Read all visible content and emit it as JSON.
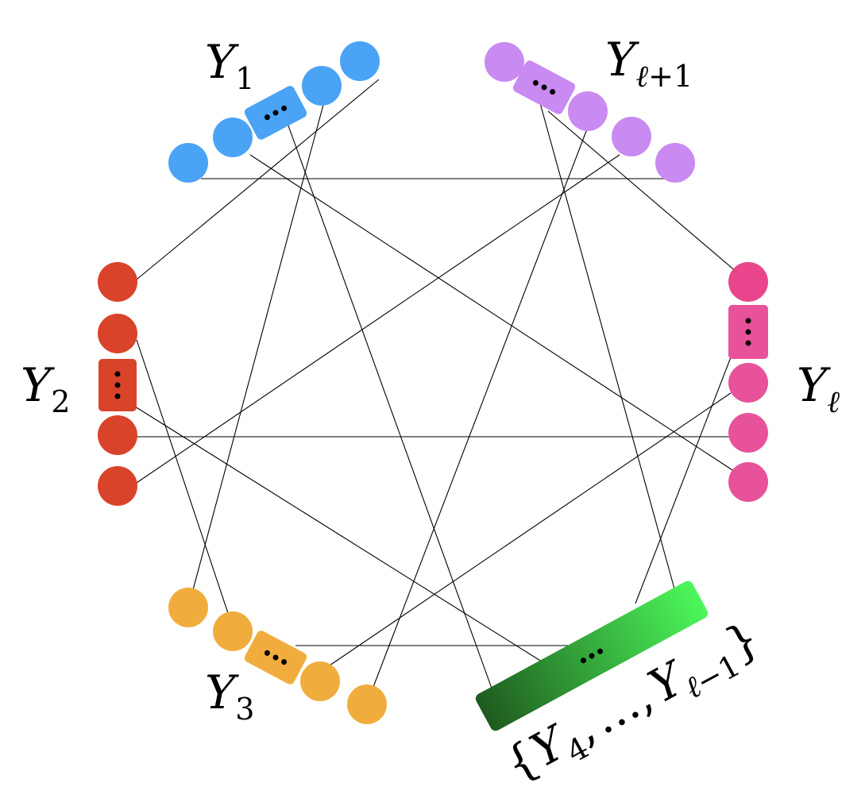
{
  "labels": {
    "y1": {
      "main": "Y",
      "sub": "1"
    },
    "y_l_plus_1": {
      "main": "Y",
      "sub_var": "ℓ",
      "sub_rest": "+1"
    },
    "y2": {
      "main": "Y",
      "sub": "2"
    },
    "y_l": {
      "main": "Y",
      "sub_var": "ℓ"
    },
    "y3": {
      "main": "Y",
      "sub": "3"
    },
    "set_label": {
      "open_brace": "{",
      "first_main": "Y",
      "first_sub": "4",
      "sep": ",",
      "ellipsis": "…",
      "last_main": "Y",
      "last_sub_var": "ℓ",
      "last_sub_rest": "−1",
      "close_brace": "}"
    }
  },
  "colors": {
    "blue": "#4aa3f5",
    "purple": "#c98af2",
    "red": "#d9432a",
    "pink": "#e8529a",
    "pink_top": "#e8458c",
    "orange": "#f0ad3d",
    "green_dark": "#1f5a1f",
    "green_light": "#4cf85a",
    "edge": "#000000"
  },
  "groups": [
    "Y_1",
    "Y_ℓ+1",
    "Y_2",
    "Y_ℓ",
    "Y_3",
    "{Y_4, …, Y_ℓ−1}"
  ]
}
